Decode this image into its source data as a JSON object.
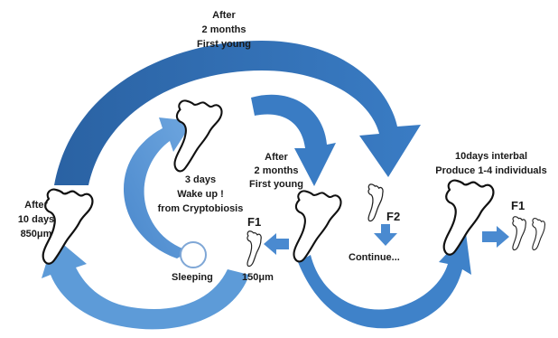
{
  "labels": {
    "top_after": "After",
    "top_months": "2 months",
    "top_first_young": "First young",
    "wake_days": "3 days",
    "wake_up": "Wake up !",
    "wake_from": "from Cryptobiosis",
    "mid_after": "After",
    "mid_months": "2 months",
    "mid_first_young": "First young",
    "left_after": "After",
    "left_days": "10 days",
    "left_size": "850μm",
    "f1_mid": "F1",
    "f1_size": "150μm",
    "sleeping": "Sleeping",
    "f2": "F2",
    "continue": "Continue...",
    "right_interval": "10days interbal",
    "right_produce": "Produce 1-4 individuals",
    "f1_right": "F1"
  },
  "colors": {
    "arrow_dark": "#2f6db0",
    "arrow_light": "#5d9bd8",
    "arrow_pale": "#7fb2e6",
    "outline": "#111111",
    "egg": "#7fa7d6"
  },
  "icons": {
    "adult": "tardigrade-icon",
    "juvenile": "juvenile-tardigrade-icon",
    "egg": "egg-icon",
    "arrow": "cycle-arrow-icon"
  }
}
